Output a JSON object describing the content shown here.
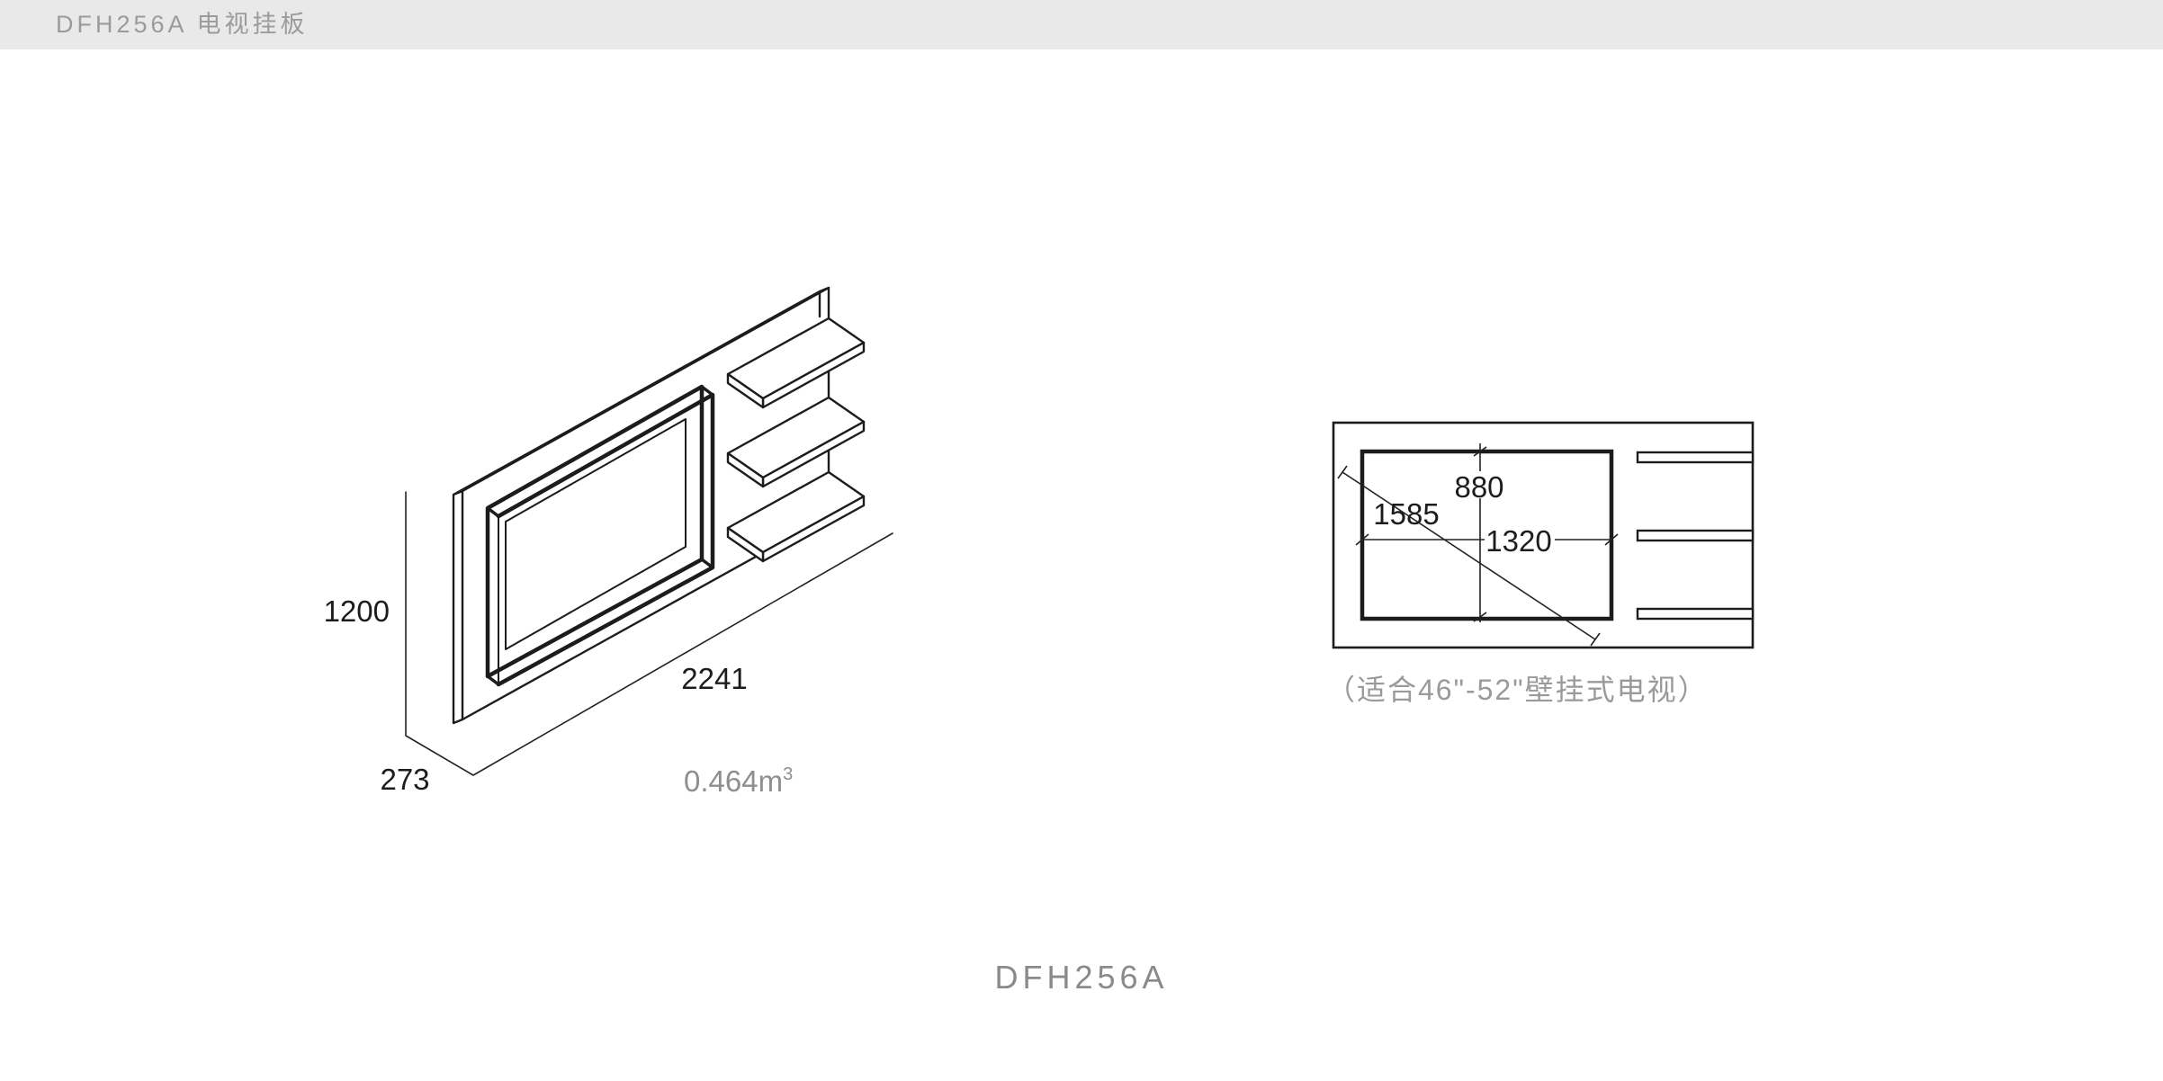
{
  "header": {
    "title": "DFH256A 电视挂板"
  },
  "iso_view": {
    "height_mm": "1200",
    "width_mm": "2241",
    "depth_mm": "273",
    "volume": "0.464m",
    "volume_sup": "3"
  },
  "front_view": {
    "tv_height_mm": "880",
    "tv_diagonal_mm": "1585",
    "tv_width_mm": "1320",
    "caption": "（适合46\"-52\"壁挂式电视）"
  },
  "footer": {
    "model": "DFH256A"
  },
  "colors": {
    "line": "#1c1c1c",
    "header_bg": "#e9e9e9",
    "header_text": "#9b9b9b",
    "muted_text": "#8e8e8e"
  }
}
